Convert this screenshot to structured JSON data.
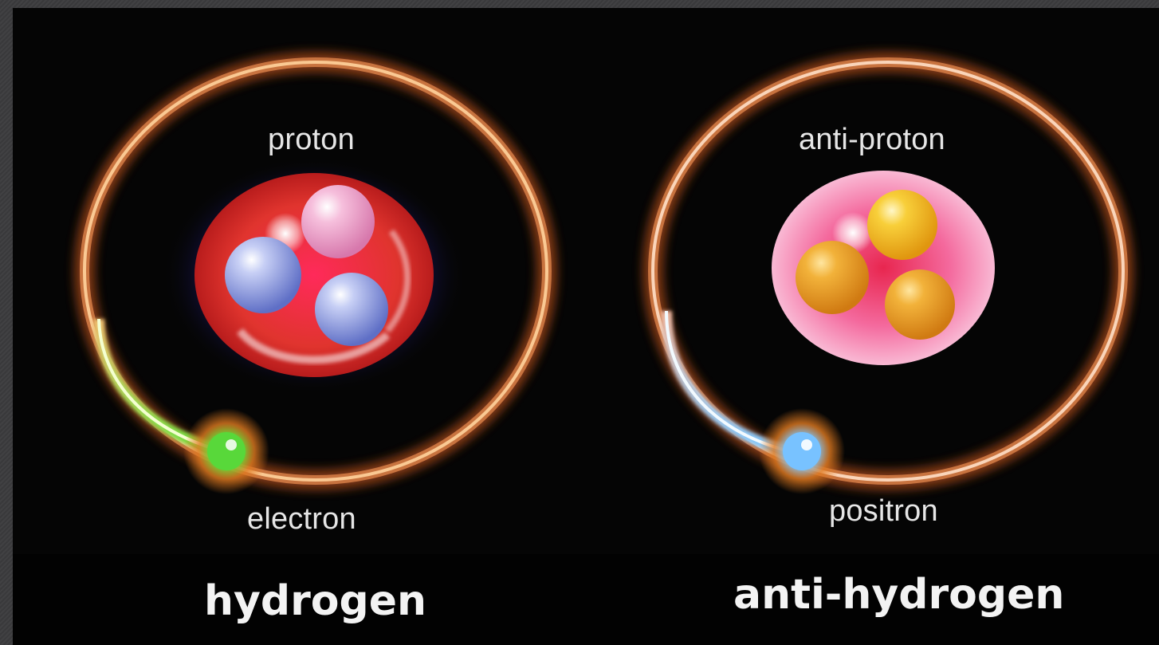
{
  "diagram": {
    "hydrogen": {
      "nucleus_label": "proton",
      "orbiter_label": "electron",
      "title": "hydrogen"
    },
    "anti_hydrogen": {
      "nucleus_label": "anti-proton",
      "orbiter_label": "positron",
      "title": "anti-hydrogen"
    }
  },
  "colors": {
    "background": "#050505",
    "frame": "#3b3b3d",
    "ring": "#c8733f",
    "electron": "#5fe03a",
    "positron": "#7ec8ff",
    "proton_core": "#e0342e",
    "antiproton_core": "#f07ab0",
    "quark_blue": "#8f9fe0",
    "quark_pink": "#f0a8d0",
    "antiquark_gold": "#f2b52a"
  },
  "icons": [
    "hydrogen-atom-illustration",
    "anti-hydrogen-atom-illustration"
  ]
}
